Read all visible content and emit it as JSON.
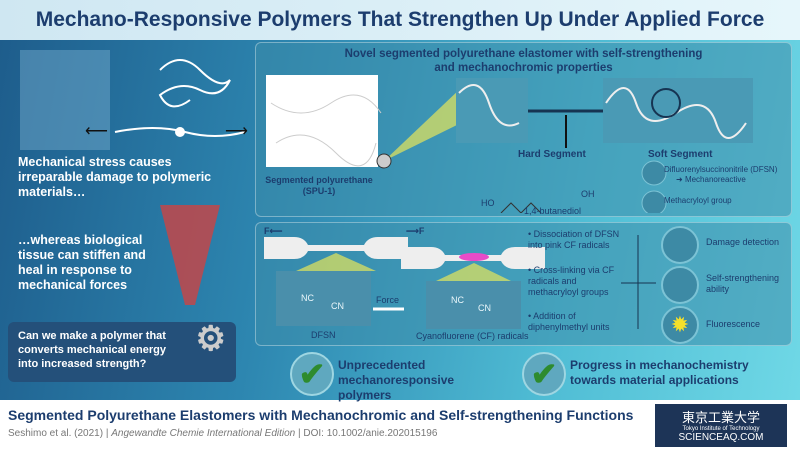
{
  "title": "Mechano-Responsive Polymers That Strengthen Up Under Applied Force",
  "left": {
    "stress_text": "Mechanical stress causes irreparable damage to polymeric materials…",
    "bio_text": "…whereas biological tissue can stiffen and heal in response to mechanical forces",
    "question": "Can we make a polymer that converts mechanical energy into increased strength?"
  },
  "top_panel": {
    "title_line1": "Novel segmented polyurethane elastomer with self-strengthening",
    "title_line2": "and mechanochromic properties",
    "spu_label_1": "Segmented polyurethane",
    "spu_label_2": "(SPU-1)",
    "hard_segment": "Hard Segment",
    "ho": "HO",
    "oh": "OH",
    "butanediol": "1,4-butanediol",
    "soft_segment": "Soft Segment",
    "dfsn": "Difluorenylsuccinonitrile (DFSN)",
    "mechanoreactive": "Mechanoreactive",
    "methacryloyl": "Methacryloyl group"
  },
  "bottom_panel": {
    "f_left": "F",
    "f_right": "F",
    "nc": "NC",
    "cn": "CN",
    "dfsn": "DFSN",
    "force": "Force",
    "cf": "Cyanofluorene (CF) radicals",
    "bullets": [
      "Dissociation of DFSN into pink CF radicals",
      "Cross-linking via CF radicals and methacryloyl groups",
      "Addition of diphenylmethyl units"
    ],
    "outcomes": [
      "Damage detection",
      "Self-strengthening ability",
      "Fluorescence"
    ]
  },
  "checks": [
    "Unprecedented mechanoresponsive polymers",
    "Progress in mechanochemistry towards material applications"
  ],
  "footer": {
    "title": "Segmented Polyurethane Elastomers with Mechanochromic and Self-strengthening Functions",
    "authors": "Seshimo et al. (2021)",
    "journal": "Angewandte Chemie International Edition",
    "doi": "DOI: 10.1002/anie.202015196",
    "logo_jp": "東京工業大学",
    "logo_en": "Tokyo Institute of Technology",
    "watermark": "SCIENCEAQ.COM"
  }
}
